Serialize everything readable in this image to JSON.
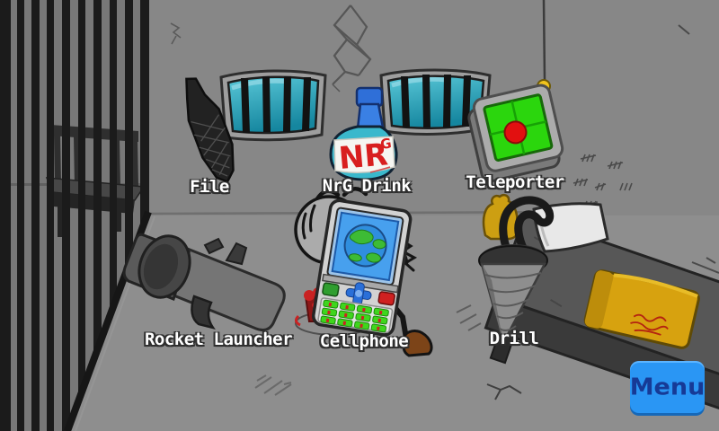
{
  "scene": {
    "name": "prison-cell-item-selection"
  },
  "items": [
    {
      "id": "file",
      "label": "File"
    },
    {
      "id": "nrg-drink",
      "label": "NrG Drink"
    },
    {
      "id": "teleporter",
      "label": "Teleporter"
    },
    {
      "id": "rocket-launcher",
      "label": "Rocket Launcher"
    },
    {
      "id": "cellphone",
      "label": "Cellphone"
    },
    {
      "id": "drill",
      "label": "Drill"
    }
  ],
  "nrg_bottle": {
    "brand_main": "NR",
    "brand_sup": "G"
  },
  "menu_button": {
    "label": "Menu"
  },
  "colors": {
    "wall": "#878787",
    "floor": "#8e8e8e",
    "cell_interior": "#787878",
    "bars": "#1b1b1b",
    "window_glass": "#1f9fb8",
    "teleporter_screen": "#2bd60d",
    "teleporter_dot": "#e21010",
    "antenna_ball": "#f2c41c",
    "bottle_cap": "#2f6fd8",
    "bottle_liquid": "#3ab8cc",
    "bottle_text": "#d81f1f",
    "phone_screen": "#47a0ee",
    "keypad_key": "#3fd61d",
    "cake": "#8e1818",
    "package": "#d7a20f",
    "pillow": "#e8e8e8",
    "mattress": "#575757",
    "shoe": "#7c4418",
    "label_text": "#ffffff",
    "menu_bg": "#2a96f4",
    "menu_text": "#163a96"
  }
}
